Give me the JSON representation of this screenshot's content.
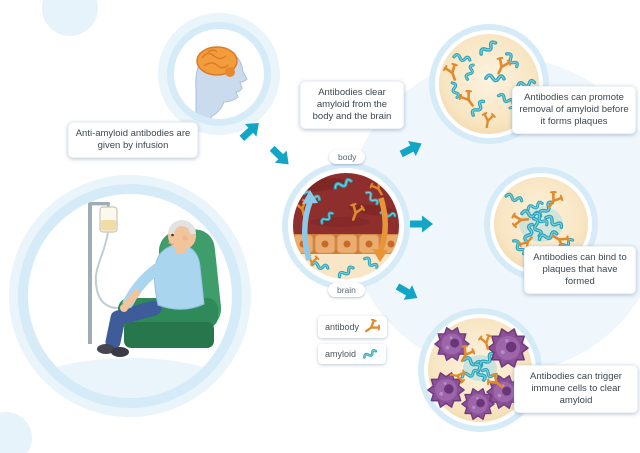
{
  "labels": {
    "infusion": "Anti-amyloid antibodies are given by infusion",
    "clear_amyloid": "Antibodies clear amyloid from the body and the brain",
    "promote_removal": "Antibodies can promote removal of amyloid before it forms plaques",
    "bind_plaques": "Antibodies can bind to plaques that have formed",
    "trigger_immune": "Antibodies can trigger immune cells to clear amyloid"
  },
  "center_circle": {
    "top_label": "body",
    "bottom_label": "brain"
  },
  "legend": {
    "antibody_label": "antibody",
    "amyloid_label": "amyloid"
  },
  "icons": {
    "antibody": "antibody-y-icon",
    "amyloid": "amyloid-squiggle-icon",
    "immune_cell": "immune-cell-icon",
    "flow_arrow": "flow-arrow-icon"
  },
  "colors": {
    "ring_blue": "#D6EBF8",
    "halo_blue": "#EAF4FB",
    "arrow_teal": "#12A5C6",
    "amyloid_teal": "#2FA3B8",
    "antibody_orange": "#E08A2E",
    "immune_purple": "#8B5198",
    "vessel_red": "#8E2F2D",
    "barrier_tan": "#EBAD6F",
    "tissue_cream": "#F8E6C6",
    "chair_green": "#3E9D6B",
    "brain_orange": "#F29C3C"
  }
}
